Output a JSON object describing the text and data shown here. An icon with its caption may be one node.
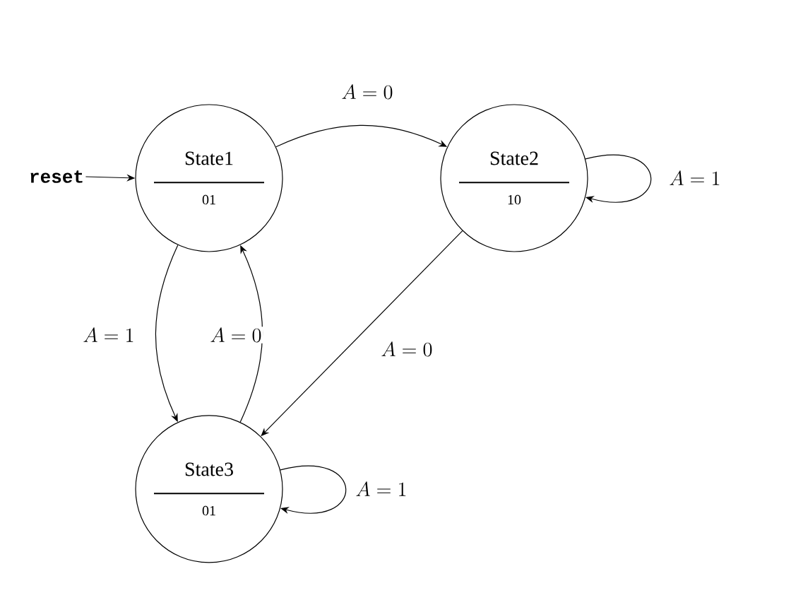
{
  "diagram": {
    "nodes": [
      {
        "text": [
          "reset"
        ]
      },
      {
        "text": [
          "State1",
          "01"
        ]
      },
      {
        "text": [
          "State2",
          "10"
        ]
      },
      {
        "text": [
          "State3",
          "01"
        ]
      }
    ],
    "edges": [
      {
        "from": 0,
        "to": 1,
        "arrow": "to"
      },
      {
        "from": 1,
        "to": 2,
        "arrow": "to",
        "label": "A=0"
      },
      {
        "from": 2,
        "to": 2,
        "arrow": "to",
        "label": "A=1"
      },
      {
        "from": 1,
        "to": 3,
        "arrow": "to",
        "label": "A=1"
      },
      {
        "from": 3,
        "to": 1,
        "arrow": "to",
        "label": "A=0"
      },
      {
        "from": 2,
        "to": 3,
        "arrow": "to",
        "label": "A=0"
      },
      {
        "from": 3,
        "to": 3,
        "arrow": "to",
        "label": "A=1"
      }
    ]
  }
}
